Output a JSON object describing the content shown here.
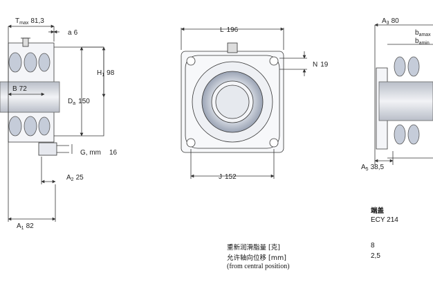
{
  "left_view": {
    "T_max": {
      "label": "T",
      "sub": "max",
      "value": "81,3"
    },
    "a": {
      "label": "a",
      "value": "6"
    },
    "H1": {
      "label": "H",
      "sub": "1",
      "value": "98"
    },
    "B": {
      "label": "B",
      "value": "72"
    },
    "Da": {
      "label": "D",
      "sub": "a",
      "value": "150"
    },
    "G": {
      "label": "G, mm",
      "value": "16"
    },
    "A2": {
      "label": "A",
      "sub": "2",
      "value": "25"
    },
    "A1": {
      "label": "A",
      "sub": "1",
      "value": "82"
    }
  },
  "front_view": {
    "L": {
      "label": "L",
      "value": "196"
    },
    "N": {
      "label": "N",
      "value": "19"
    },
    "J": {
      "label": "J",
      "value": "152"
    }
  },
  "right_view": {
    "A3": {
      "label": "A",
      "sub": "3",
      "value": "80"
    },
    "ba_max": {
      "label": "b",
      "sub": "amax"
    },
    "ba_min": {
      "label": "b",
      "sub": "amin"
    },
    "A5": {
      "label": "A",
      "sub": "5",
      "value": "38,5"
    }
  },
  "notes": {
    "end_cap_label": "端盖",
    "end_cap_value": "ECY 214",
    "regrease_label": "重新润滑脂量 [克]",
    "regrease_value": "8",
    "axial_disp_label": "允许轴向位移 [mm]",
    "axial_disp_value": "2,5",
    "axial_disp_note": "(from central position)"
  },
  "colors": {
    "bearing_fill": "#c5ccd9",
    "shaft_fill": "#dde0e6",
    "line": "#333333"
  }
}
